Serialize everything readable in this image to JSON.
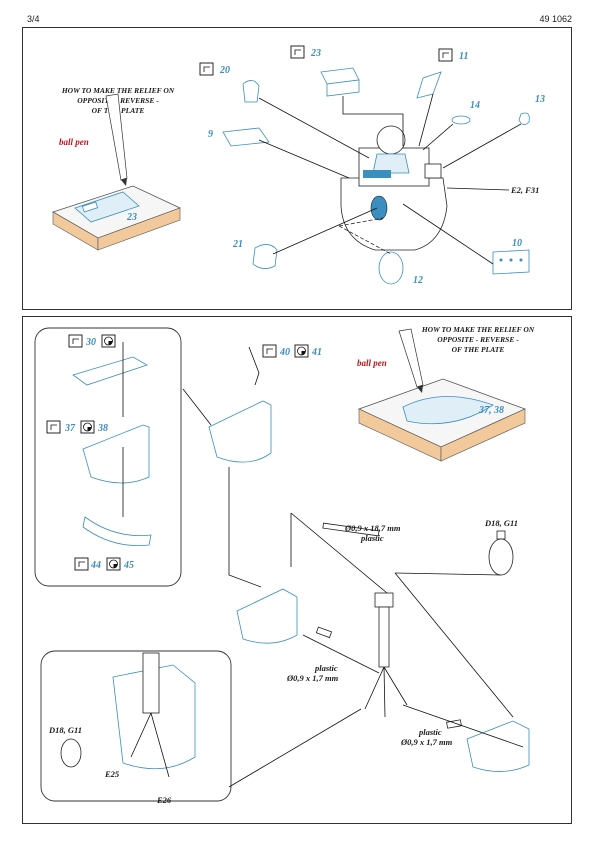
{
  "header": {
    "page": "3/4",
    "doc": "49 1062"
  },
  "top": {
    "howto": [
      "HOW TO MAKE THE RELIEF ON",
      "OPPOSITE - REVERSE -",
      "OF THE PLATE"
    ],
    "ballpen": "ball pen",
    "plate_part": "23",
    "parts": {
      "p20": "20",
      "p23": "23",
      "p11": "11",
      "p14": "14",
      "p13": "13",
      "p9": "9",
      "p21": "21",
      "p12": "12",
      "p10": "10"
    },
    "ref_e2f31": "E2, F31"
  },
  "bottom": {
    "howto": [
      "HOW TO MAKE THE RELIEF ON",
      "OPPOSITE - REVERSE -",
      "OF THE PLATE"
    ],
    "ballpen": "ball pen",
    "plate_parts": "37, 38",
    "inset": {
      "p30": "30",
      "p37": "37",
      "p38": "38",
      "p44": "44",
      "p45": "45"
    },
    "p40": "40",
    "p41": "41",
    "rod_label": [
      "Ø0,9 x 18,7 mm",
      "plastic"
    ],
    "d18g11": "D18, G11",
    "plastic_a": [
      "plastic",
      "Ø0,9 x 1,7 mm"
    ],
    "plastic_b": [
      "plastic",
      "Ø0,9 x 1,7 mm"
    ],
    "detail": {
      "d18g11": "D18, G11",
      "e25": "E25",
      "e26": "E26"
    }
  },
  "colors": {
    "accent": "#3a8fbf",
    "red": "#c0141c",
    "plate_side": "#f2c99a"
  },
  "icons": [
    "bend-icon",
    "roll-icon"
  ]
}
